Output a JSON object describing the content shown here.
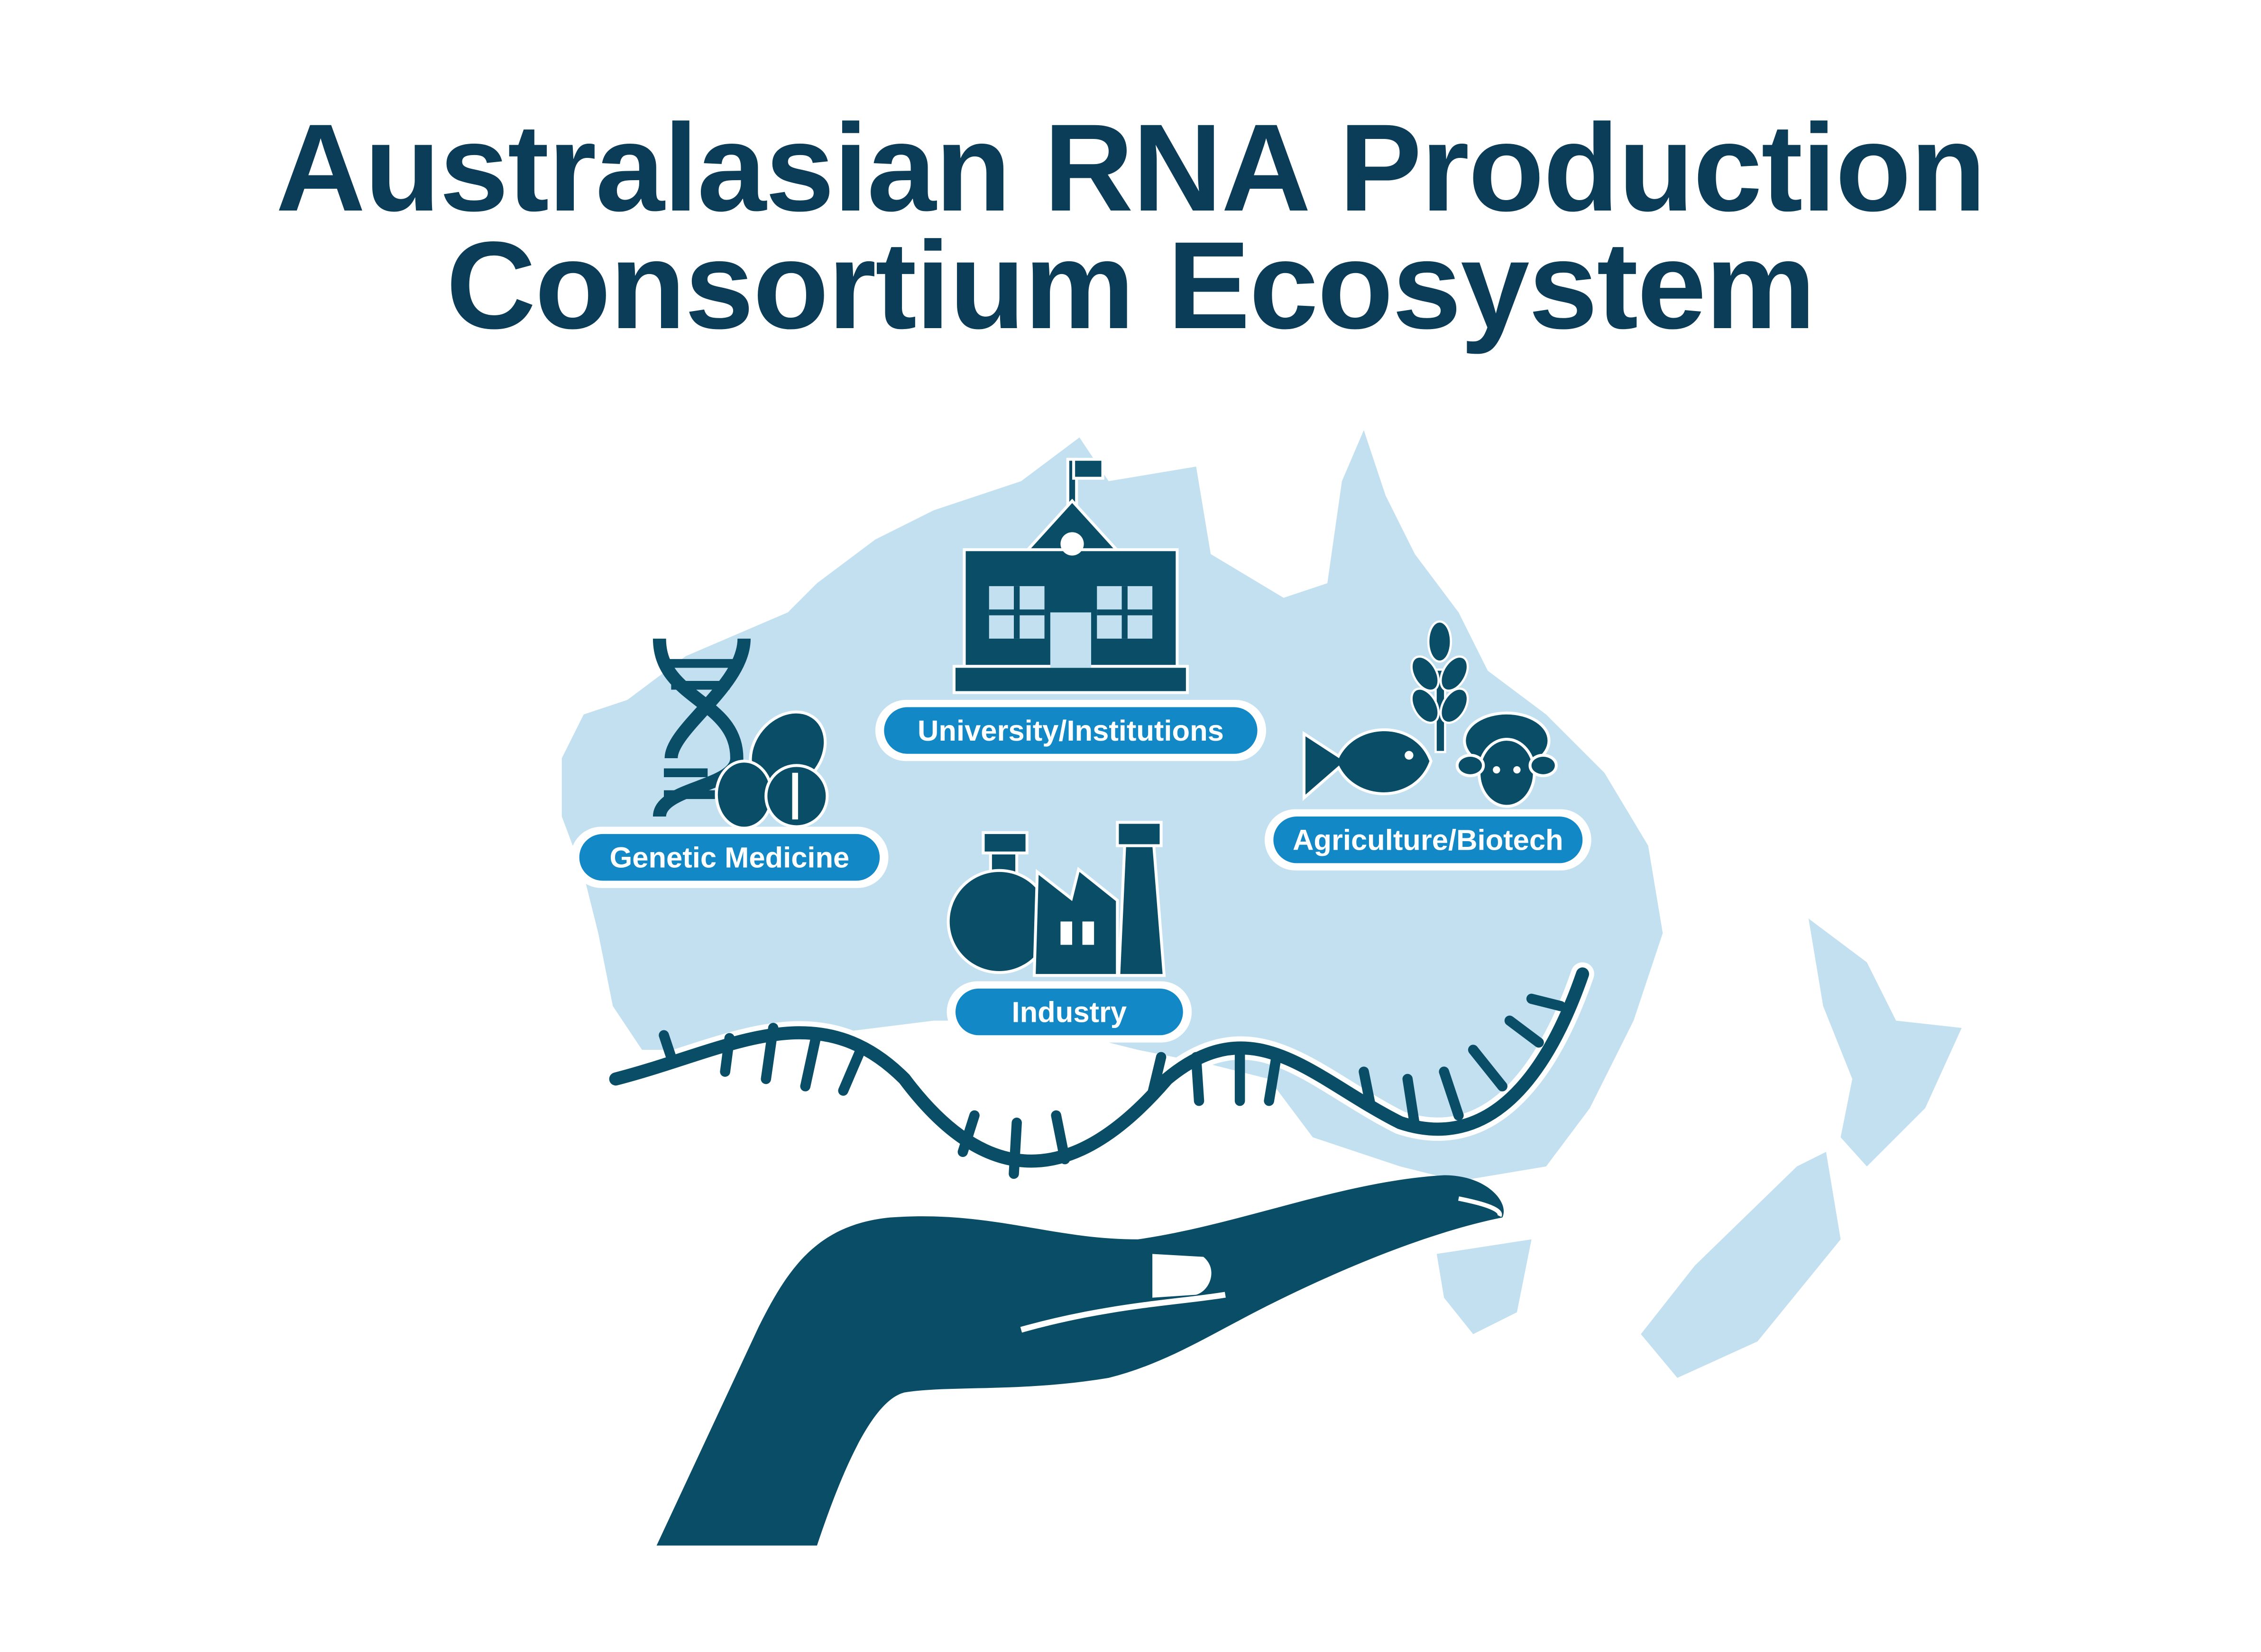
{
  "title": {
    "line1": "Australasian RNA Production",
    "line2": "Consortium Ecosystem"
  },
  "labels": {
    "university": "University/Institutions",
    "genetic_medicine": "Genetic Medicine",
    "agriculture": "Agriculture/Biotech",
    "industry": "Industry"
  },
  "colors": {
    "dark": "#0a4d66",
    "map": "#c2e0f0",
    "label": "#1388c6",
    "title": "#0b3d58"
  }
}
